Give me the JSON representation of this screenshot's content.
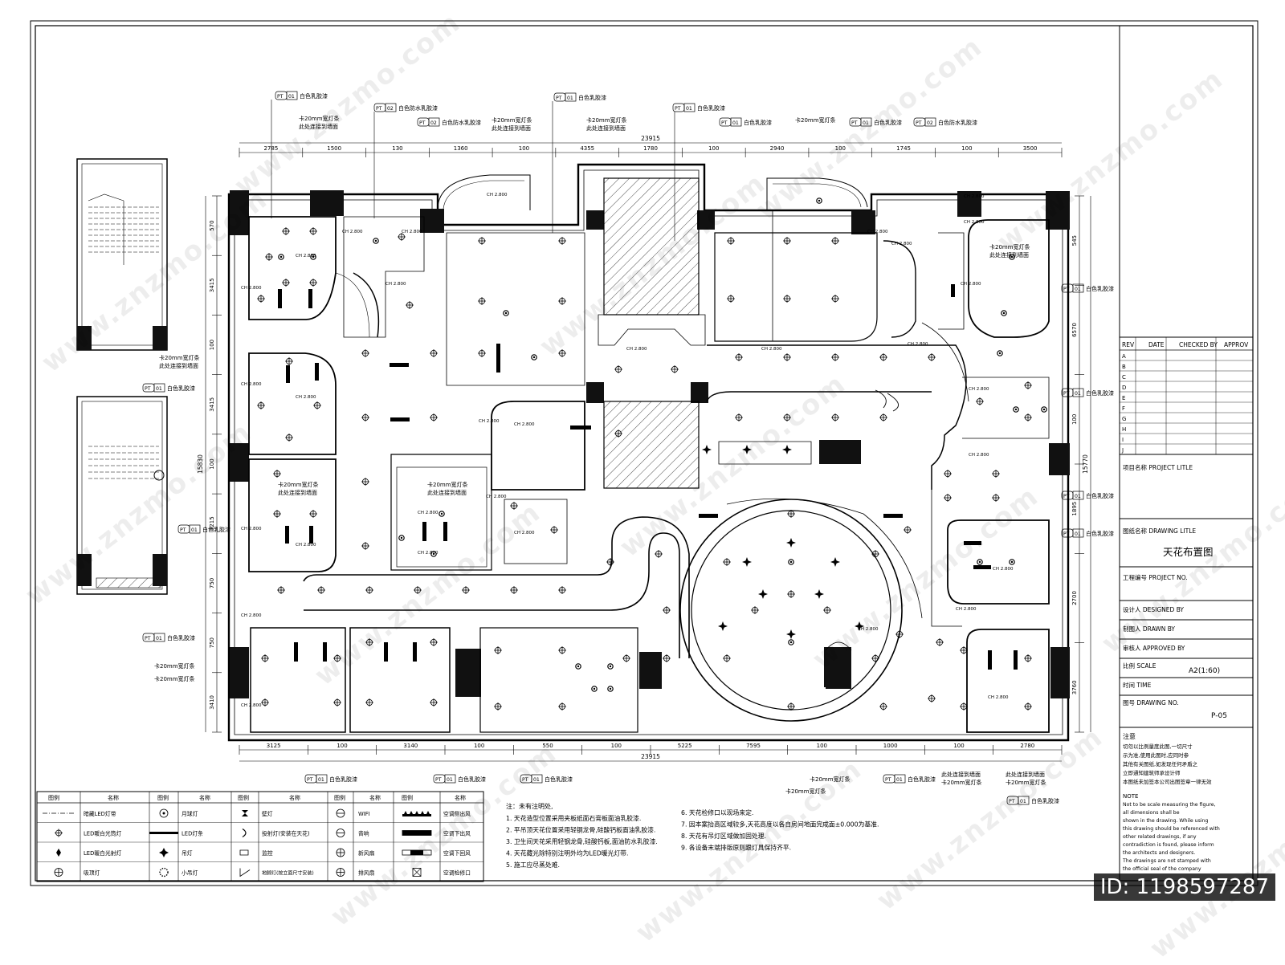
{
  "drawing": {
    "dims_top": [
      "2785",
      "1500",
      "130",
      "1360",
      "100",
      "4355",
      "1780",
      "100",
      "2940",
      "100",
      "1745",
      "100",
      "3500"
    ],
    "dim_total": "23915",
    "dims_bottom": [
      "3125",
      "100",
      "3140",
      "100",
      "550",
      "100",
      "5225",
      "7595",
      "100",
      "1000",
      "100",
      "2780"
    ],
    "dims_left": [
      "570",
      "3415",
      "100",
      "3415",
      "100",
      "3215",
      "750",
      "750",
      "3410"
    ],
    "dim_left_total": "15830",
    "dims_right": [
      "545",
      "6570",
      "100",
      "1895",
      "2700",
      "3760"
    ],
    "dim_right_total": "15770",
    "tag_pt": "PT",
    "tag_01": "01",
    "tag_02": "02",
    "mat_white": "白色乳胶漆",
    "mat_waterproof": "白色防水乳胶漆",
    "note_lamp": "卡20mm宽灯条",
    "note_wall": "此处连接到墙面",
    "elev_sample": "CH 2.800"
  },
  "legend": {
    "col_symbol": "图例",
    "col_name": "名称",
    "items": [
      "暗藏LED灯带",
      "LED暖白光筒灯",
      "LED暖白光射灯",
      "吸顶灯",
      "月球灯",
      "LED灯条",
      "吊灯",
      "小吊灯",
      "壁灯",
      "投射灯(安装在天花)",
      "监控",
      "地脚灯(按立面尺寸安装)",
      "WIFI",
      "音响",
      "新风扇",
      "排风扇",
      "空调侧出风",
      "空调下出风",
      "空调下回风",
      "空调检修口"
    ]
  },
  "notes": {
    "heading": "注：未有注明处,",
    "items": [
      "1. 天花造型位置采用夹板纸面石膏板面油乳胶漆.",
      "2. 平吊顶天花位置采用轻钢龙骨,硅酸钙板面油乳胶漆.",
      "3. 卫生间天花采用轻钢龙骨,硅酸钙板,面油防水乳胶漆.",
      "4. 天花藏光除特别注明外均为LED暖光灯带.",
      "5. 施工应尽蒸处难.",
      "6. 天花检修口以现场来定.",
      "7. 因本案抬高区域较多,天花高度以各自房间地面完成面±0.000为基准.",
      "8. 天花有吊灯区域做加固处理.",
      "9. 各设备末端排版原则跟灯具保持齐平."
    ]
  },
  "title_block": {
    "rev_headers": [
      "REV",
      "DATE",
      "CHECKED BY",
      "APPROV"
    ],
    "rev_letters": [
      "A",
      "B",
      "C",
      "D",
      "E",
      "F",
      "G",
      "H",
      "I",
      "J"
    ],
    "project_title_label": "项目名称  PROJECT LITLE",
    "drawing_title_label": "图纸名称  DRAWING LITLE",
    "drawing_title": "天花布置图",
    "project_no_label": "工程编号  PROJECT NO.",
    "designed_by_label": "设计人  DESIGNED BY",
    "drawn_by_label": "制图人  DRAWN BY",
    "approved_by_label": "审核人  APPROVED BY",
    "scale_label": "比例  SCALE",
    "scale_value": "A2(1:60)",
    "time_label": "时间  TIME",
    "drawing_no_label": "图号  DRAWING NO.",
    "drawing_no": "P-05",
    "note_label": "注意",
    "note_cn": [
      "切勿以比例量度此图,一切尺寸",
      "示为准,使用此图时,应同时参",
      "其他有关图纸,如发现任何矛盾之",
      "立即通知建筑师承设计师",
      "本图纸未加签本公司出图签章一律无效"
    ],
    "note_en_label": "NOTE",
    "note_en": [
      "Not to be scale measuring the figure,",
      "all dimensions shall be",
      "shown in the drawing. While using",
      "this drawing should be referenced with",
      "other related drawings, if any",
      "contradiction is found, please inform",
      "the architects and designers.",
      "The drawings are not stamped with",
      "the official seal of the company"
    ]
  },
  "watermark": "www.znzmo.com",
  "id_text": "ID: 1198597287"
}
